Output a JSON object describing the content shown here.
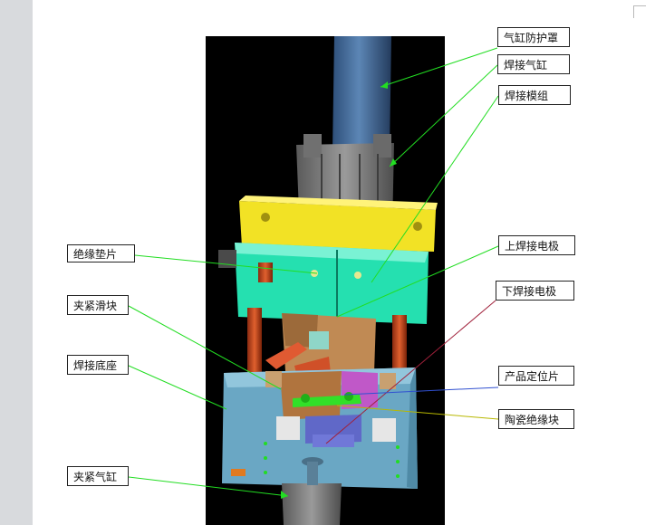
{
  "labels": {
    "cylinder_cover": "气缸防护罩",
    "weld_cylinder": "焊接气缸",
    "weld_module": "焊接模组",
    "insulation_pad": "绝缘垫片",
    "upper_electrode": "上焊接电极",
    "lower_electrode": "下焊接电极",
    "clamp_slider": "夹紧滑块",
    "weld_base": "焊接底座",
    "product_locator": "产品定位片",
    "ceramic_insulator": "陶瓷绝缘块",
    "clamp_cylinder": "夹紧气缸"
  },
  "colors": {
    "leader_green": "#22dd22",
    "leader_maroon": "#a0203a",
    "leader_blue": "#3050d0",
    "leader_olive": "#b8b800",
    "figure_bg": "#000000"
  }
}
